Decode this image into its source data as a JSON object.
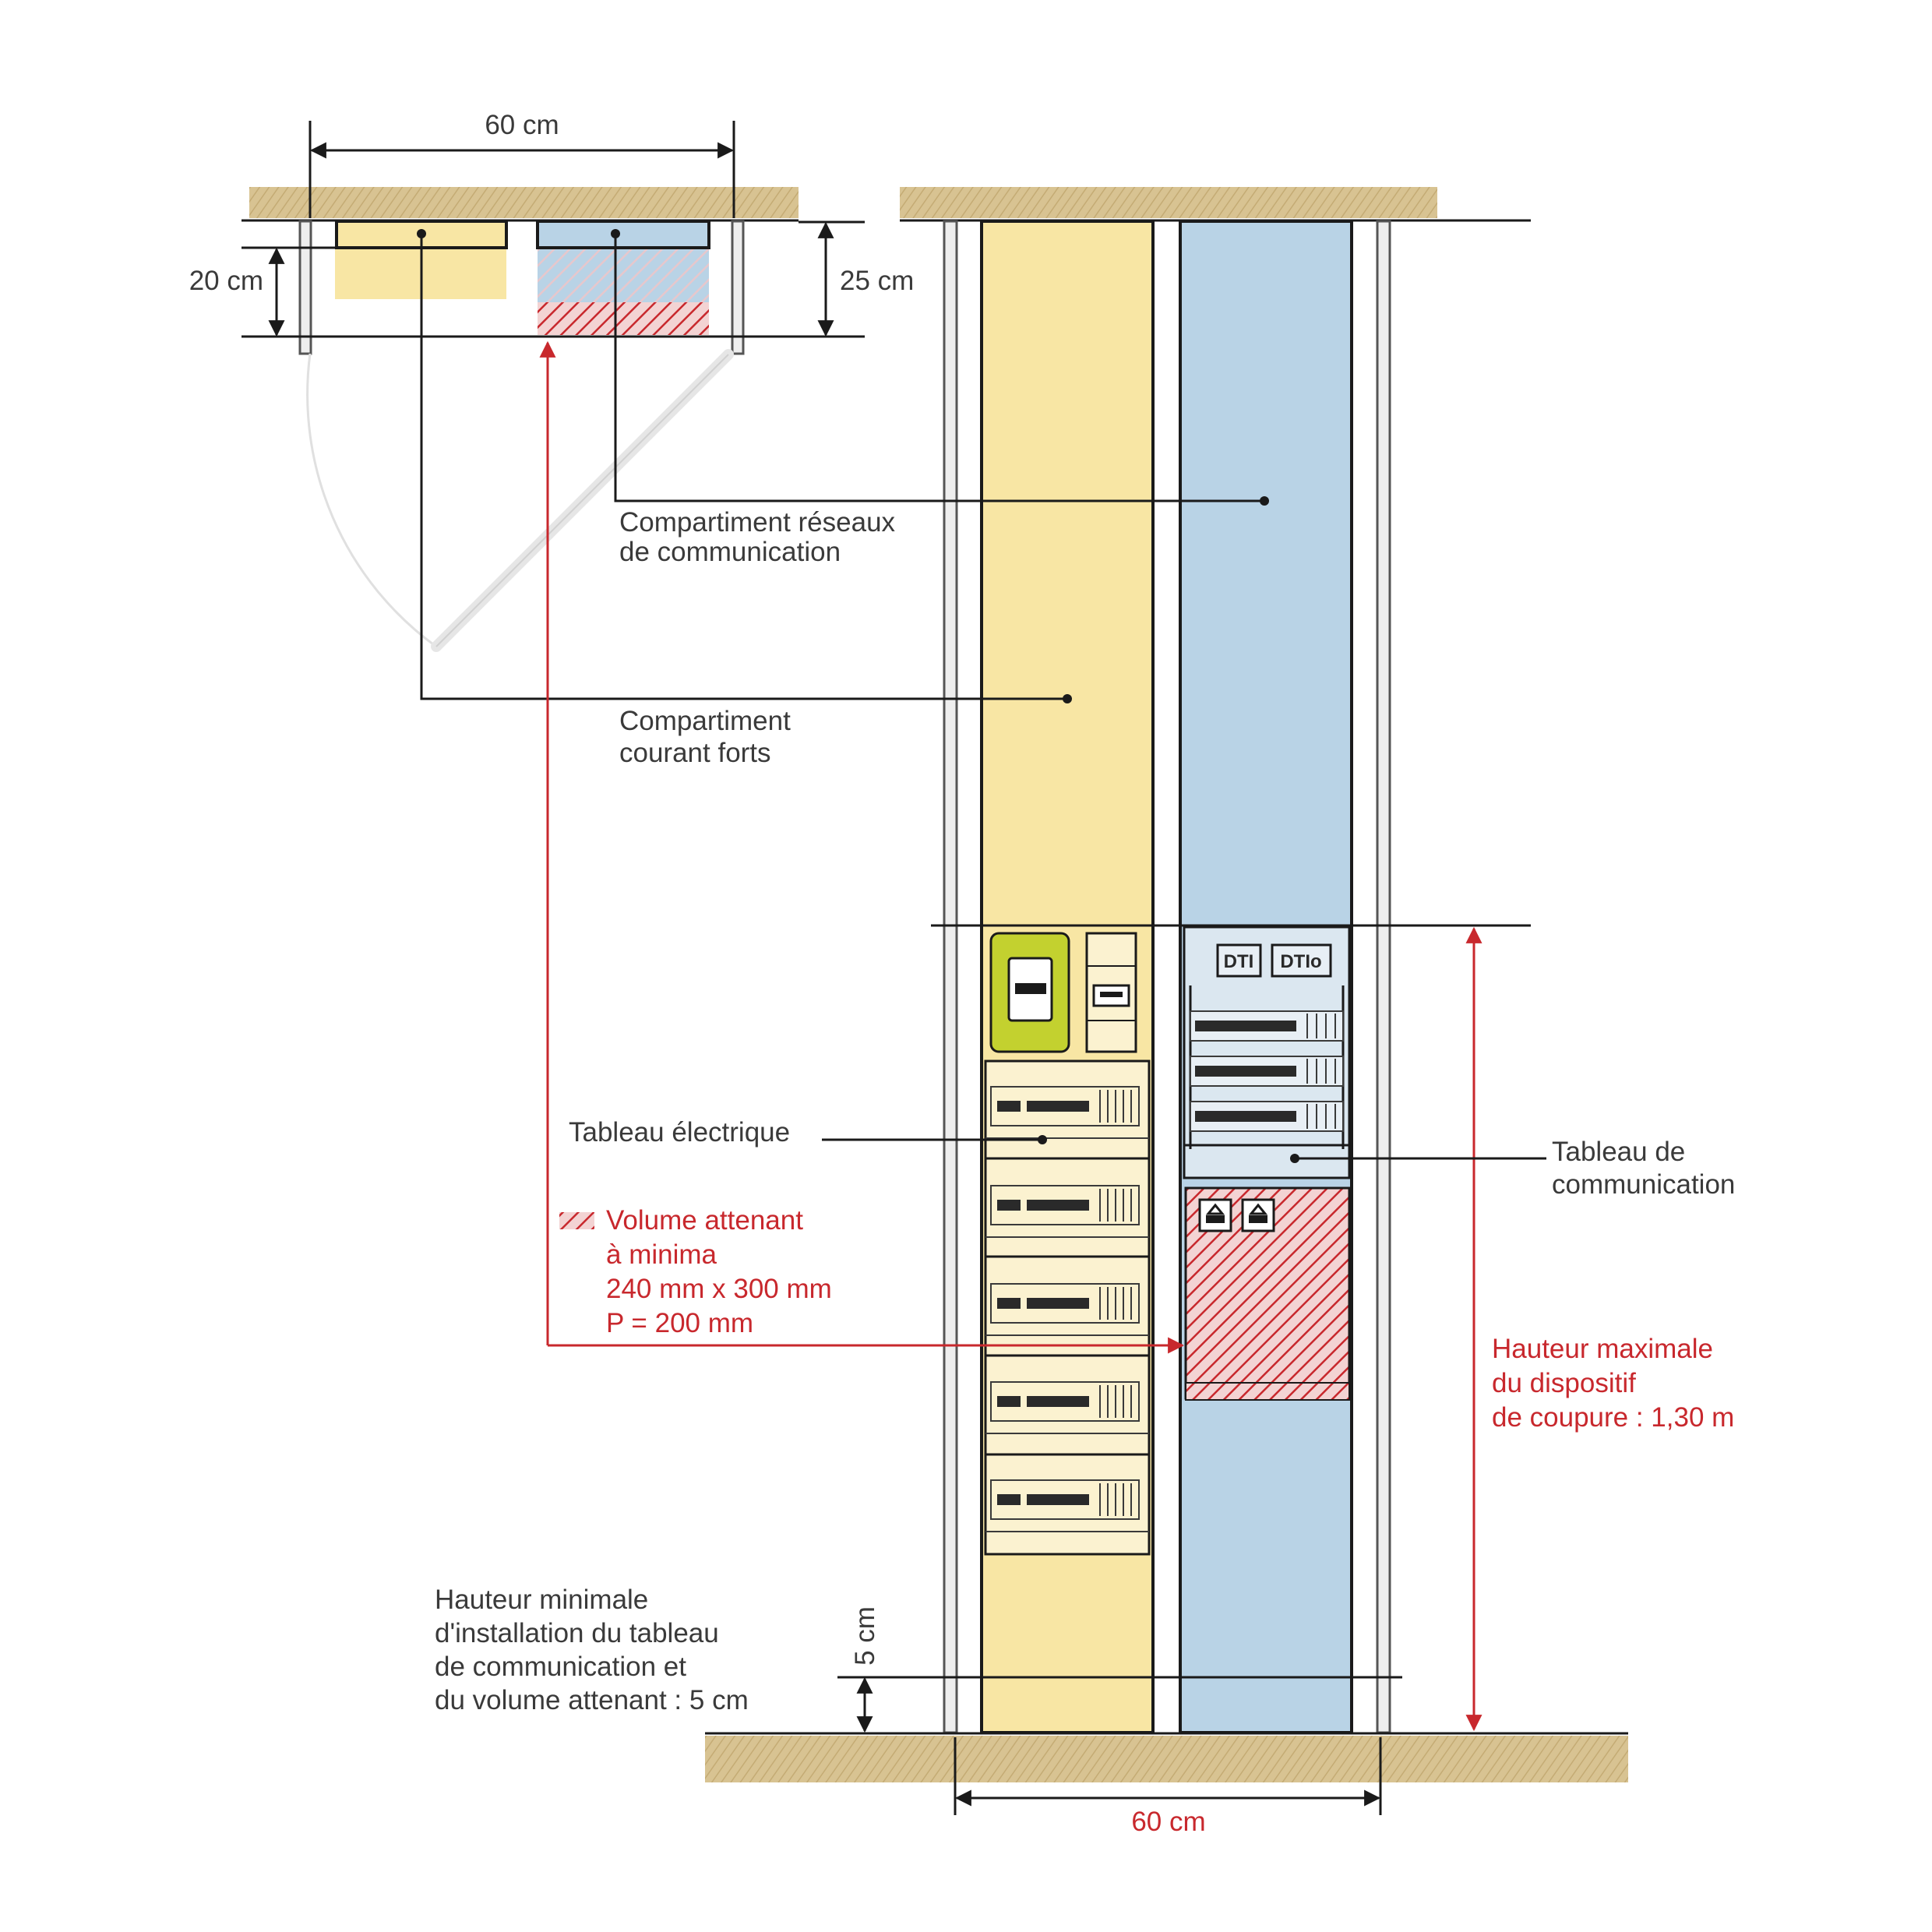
{
  "plan_view": {
    "width_label": "60 cm",
    "depth_left_label": "20 cm",
    "depth_right_label": "25 cm"
  },
  "elevation": {
    "width_label": "60 cm",
    "min_gap_label": "5 cm",
    "modules": {
      "dti": "DTI",
      "dtio": "DTIo"
    }
  },
  "labels": {
    "comm_compartment": [
      "Compartiment réseaux",
      "de communication"
    ],
    "power_compartment": [
      "Compartiment",
      "courant forts"
    ],
    "electrical_panel": "Tableau électrique",
    "adjacent_volume": [
      "Volume attenant",
      "à minima",
      "240 mm x 300 mm",
      "P = 200 mm"
    ],
    "comm_panel": [
      "Tableau de",
      "communication"
    ],
    "max_height": [
      "Hauteur maximale",
      "du dispositif",
      "de coupure : 1,30 m"
    ],
    "min_height": [
      "Hauteur minimale",
      "d'installation du tableau",
      "de communication et",
      "du volume attenant : 5 cm"
    ]
  },
  "colors": {
    "power": "#f8e6a4",
    "comm": "#b9d3e6",
    "accent_red": "#c8282d",
    "meter_green": "#c3d12f",
    "ground": "#d8c392"
  }
}
